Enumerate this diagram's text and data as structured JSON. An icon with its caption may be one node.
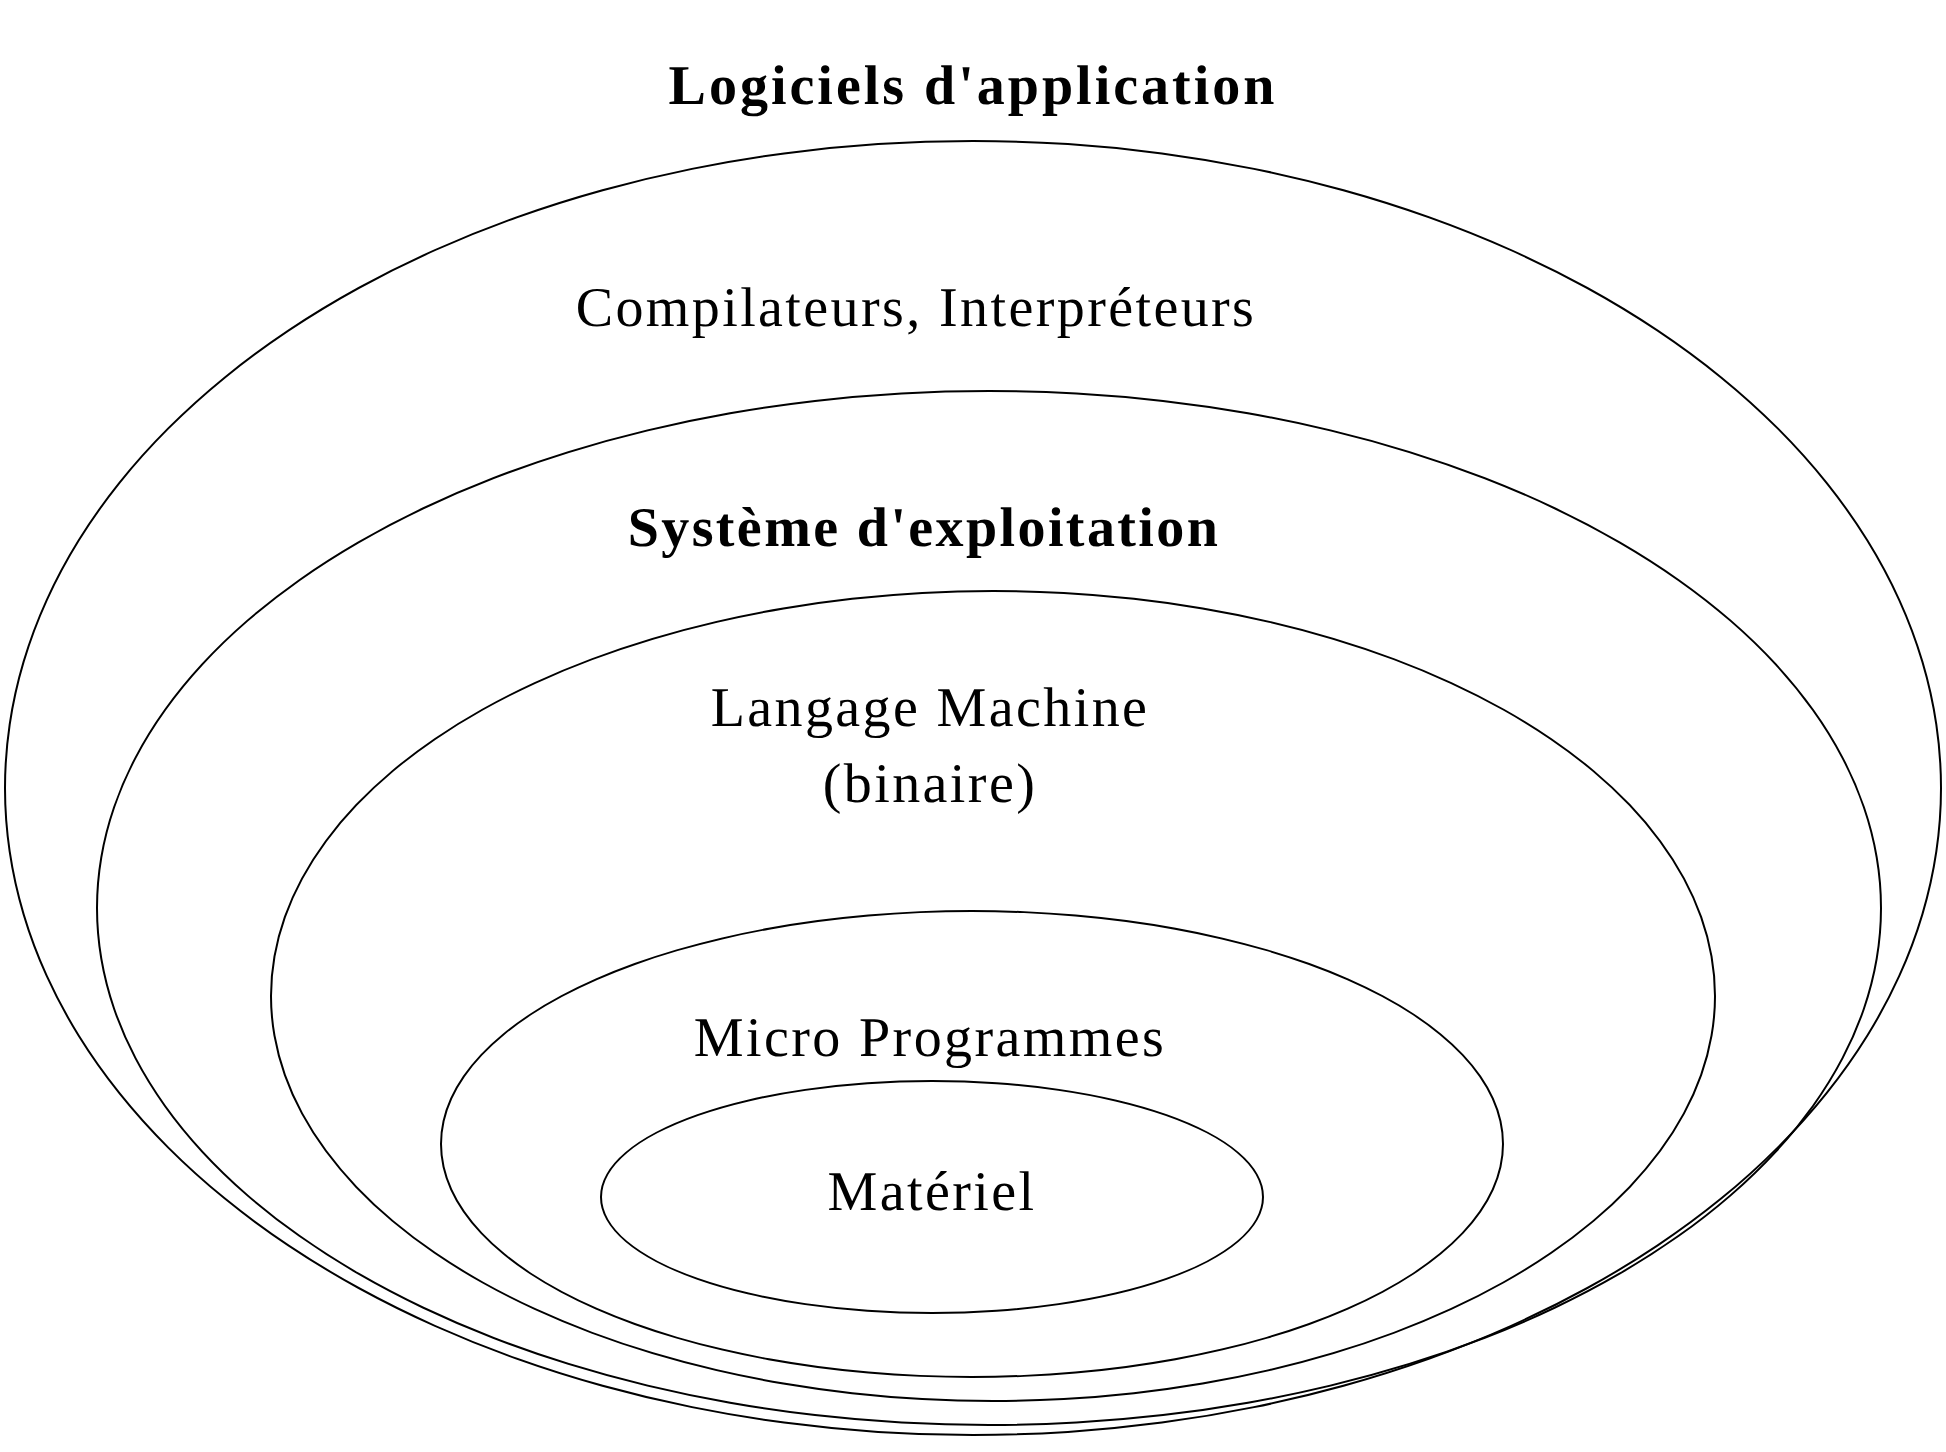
{
  "diagram": {
    "title": "Logiciels d'application",
    "nodes": [
      {
        "text": [
          "Compilateurs, Interpréteurs"
        ]
      },
      {
        "text": [
          "Système d'exploitation"
        ],
        "in": 0
      },
      {
        "text": [
          "Langage Machine (binaire)"
        ],
        "in": 1
      },
      {
        "text": [
          "Micro Programmes"
        ],
        "in": 2
      },
      {
        "text": [
          "Matériel"
        ],
        "in": 3
      }
    ]
  }
}
